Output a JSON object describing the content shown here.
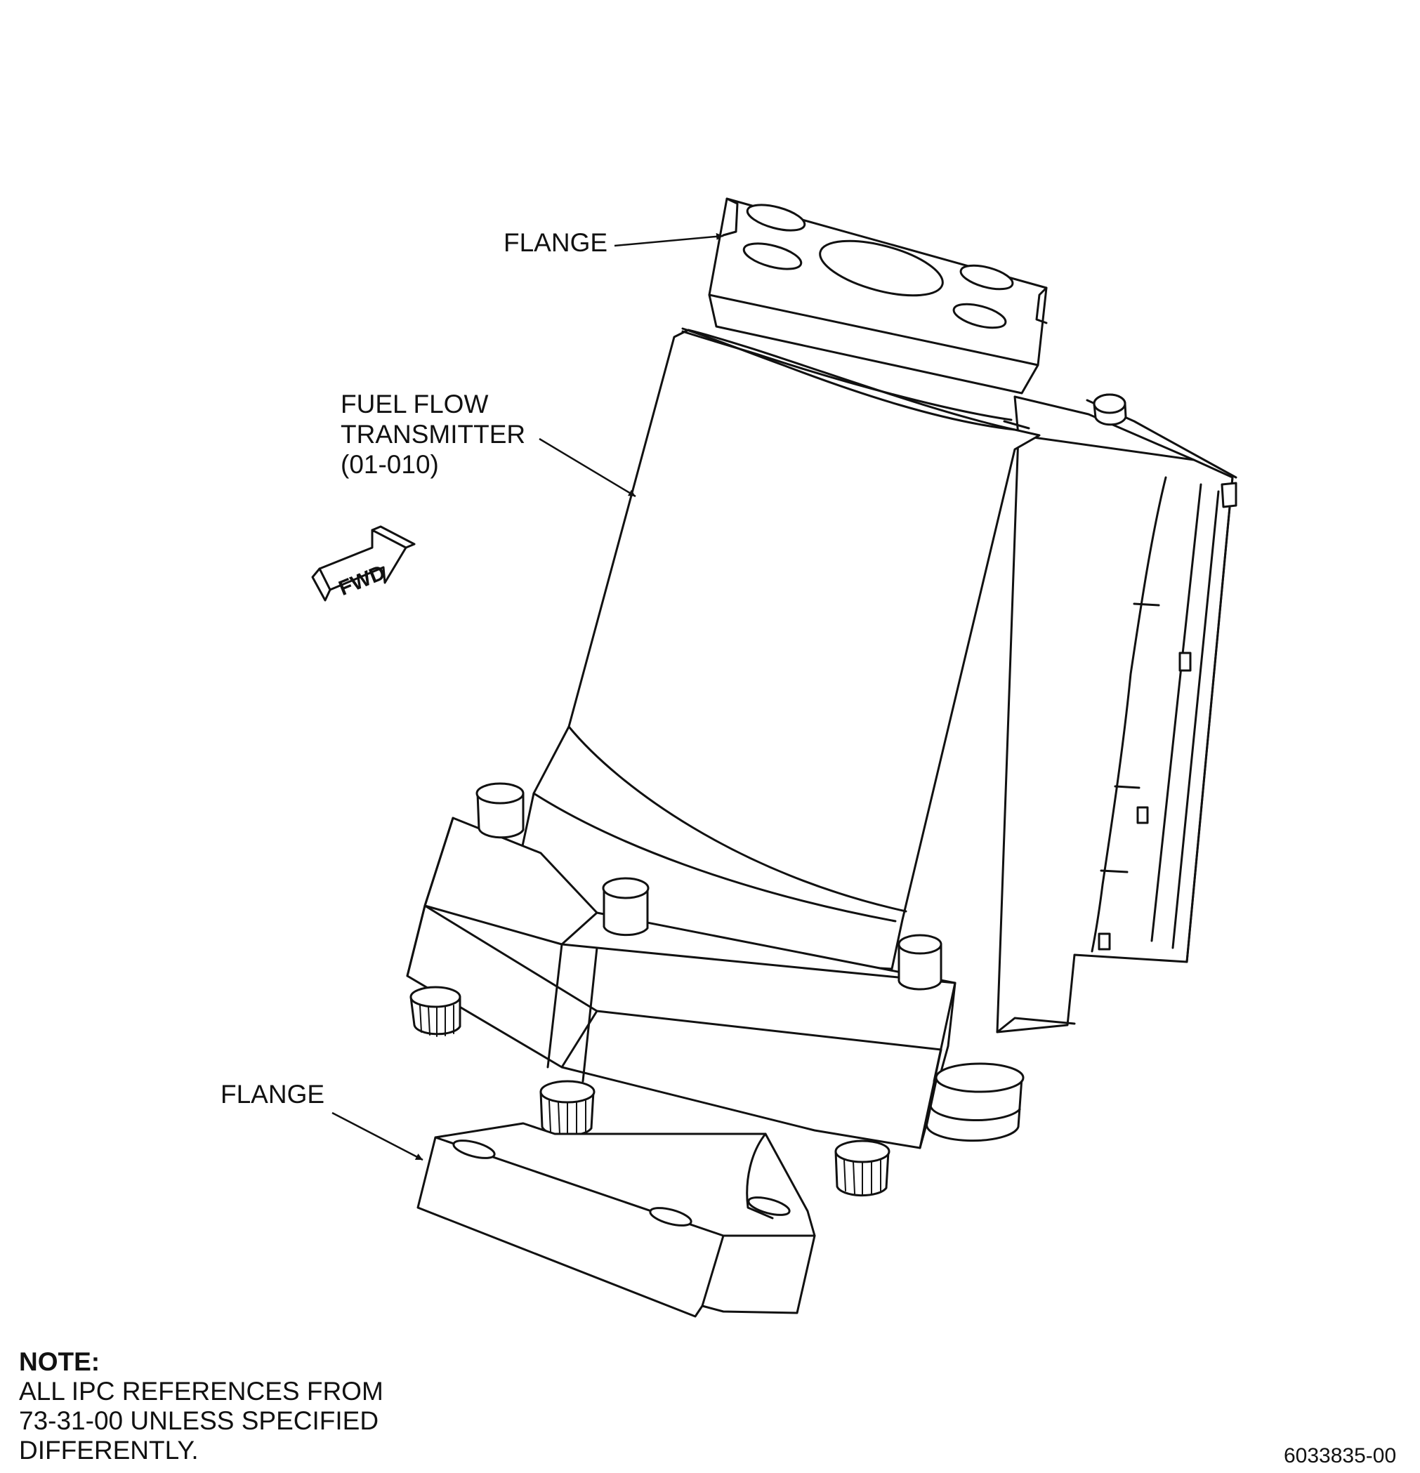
{
  "labels": {
    "flange_top": "FLANGE",
    "transmitter": [
      "FUEL FLOW",
      "TRANSMITTER",
      "(01-010)"
    ],
    "flange_bottom": "FLANGE",
    "fwd": "FWD"
  },
  "note": {
    "heading": "NOTE:",
    "lines": [
      "ALL IPC REFERENCES FROM",
      "73-31-00 UNLESS SPECIFIED",
      "DIFFERENTLY."
    ]
  },
  "figure_number": "6033835-00",
  "colors": {
    "line": "#111111",
    "background": "#ffffff"
  }
}
